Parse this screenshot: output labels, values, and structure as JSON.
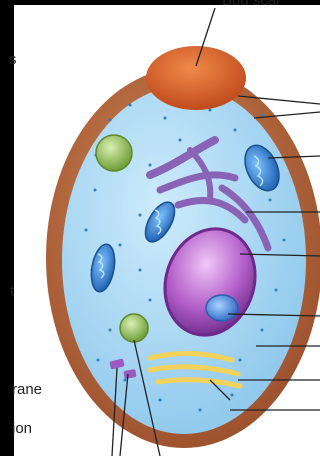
{
  "diagram": {
    "labels": {
      "top": "Bud scar",
      "left_1": "s",
      "left_2": "t",
      "left_3": "rane",
      "left_4": "ion"
    },
    "colors": {
      "cell_wall": "#b0643a",
      "cytoplasm": "#a9d7f2",
      "bud_scar": "#d9642a",
      "vacuole": "#b25ec9",
      "nucleus": "#4a8ad8",
      "mitochondria": "#2f7fd0",
      "er": "#8a62b6",
      "lipid": "#f3d25a",
      "vesicle": "#8fbf52"
    }
  }
}
